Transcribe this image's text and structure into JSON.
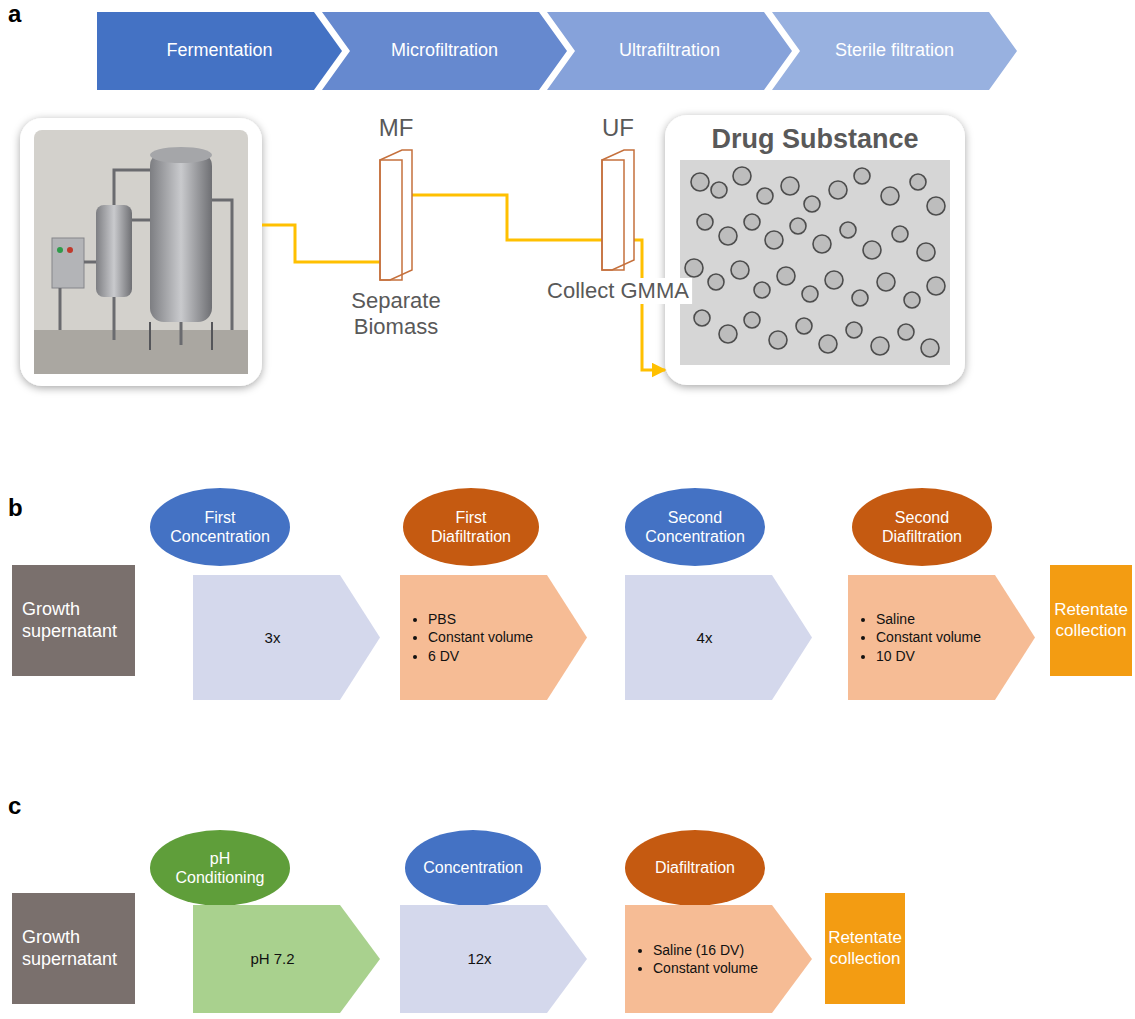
{
  "diagram": {
    "nodes": [
      {
        "text": [
          "Fermentation"
        ]
      },
      {
        "text": [
          "Microfiltration"
        ]
      },
      {
        "text": [
          "Ultrafiltration"
        ]
      },
      {
        "text": [
          "Sterile filtration"
        ]
      },
      {
        "text": [
          "MF",
          "Separate Biomass"
        ]
      },
      {
        "text": [
          "UF",
          "Collect GMMA"
        ]
      },
      {
        "text": [
          "Drug Substance"
        ]
      },
      {
        "text": [
          "Growth supernatant"
        ]
      },
      {
        "text": [
          "First Concentration"
        ]
      },
      {
        "text": [
          "3x"
        ]
      },
      {
        "text": [
          "First Diafiltration"
        ]
      },
      {
        "text": [
          "PBS",
          "Constant volume",
          "6 DV"
        ]
      },
      {
        "text": [
          "Second Concentration"
        ]
      },
      {
        "text": [
          "4x"
        ]
      },
      {
        "text": [
          "Second Diafiltration"
        ]
      },
      {
        "text": [
          "Saline",
          "Constant volume",
          "10 DV"
        ]
      },
      {
        "text": [
          "Retentate collection"
        ]
      },
      {
        "text": [
          "Growth supernatant"
        ]
      },
      {
        "text": [
          "pH Conditioning"
        ]
      },
      {
        "text": [
          "pH 7.2"
        ]
      },
      {
        "text": [
          "Concentration"
        ]
      },
      {
        "text": [
          "12x"
        ]
      },
      {
        "text": [
          "Diafiltration"
        ]
      },
      {
        "text": [
          "Saline (16 DV)",
          "Constant volume"
        ]
      },
      {
        "text": [
          "Retentate collection"
        ]
      }
    ],
    "edges": [
      {
        "from": 4,
        "to": 5,
        "arrow": "none"
      },
      {
        "from": 5,
        "to": 6,
        "arrow": "to"
      }
    ],
    "labels": [
      "a",
      "b",
      "c"
    ]
  }
}
